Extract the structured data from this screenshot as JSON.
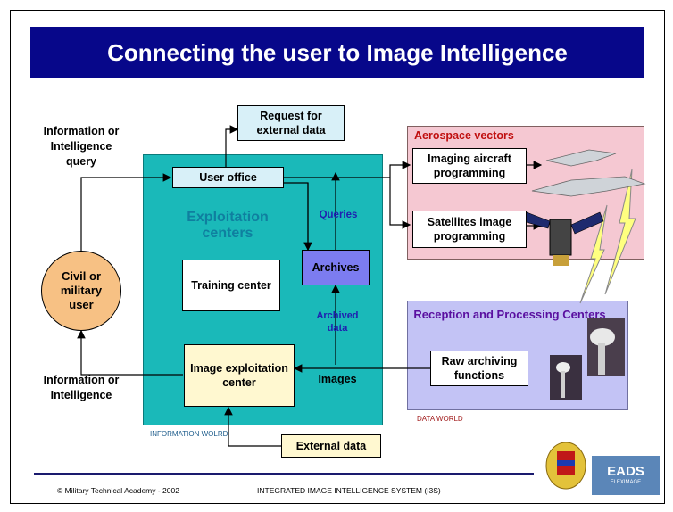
{
  "title": "Connecting the user to Image Intelligence",
  "labels": {
    "query": "Information or Intelligence query",
    "info_out": "Information or Intelligence",
    "exploitation": "Exploitation centers",
    "queries": "Queries",
    "archived_data": "Archived data",
    "images": "Images",
    "information_world": "INFORMATION WOLRD",
    "data_world": "DATA WORLD",
    "aerospace_vectors": "Aerospace vectors",
    "reception": "Reception and Processing Centers"
  },
  "boxes": {
    "request": "Request for external data",
    "user_office": "User office",
    "training": "Training center",
    "archives": "Archives",
    "image_exploitation": "Image exploitation center",
    "external_data": "External data",
    "aircraft": "Imaging aircraft programming",
    "satellites": "Satellites image programming",
    "raw_archiving": "Raw archiving functions",
    "user": "Civil or military user"
  },
  "footer": {
    "left": "© Military Technical Academy - 2002",
    "center": "INTEGRATED IMAGE INTELLIGENCE SYSTEM (I3S)",
    "logo_text": "EADS",
    "logo_sub": "FLEXIMAGE"
  },
  "colors": {
    "title_bg": "#07078a",
    "exploitation_bg": "#1ab9b9",
    "aerospace_bg": "#f5c8d2",
    "reception_bg": "#c3c3f5",
    "user_bg": "#f7c184",
    "archives_bg": "#7c7cf0"
  }
}
